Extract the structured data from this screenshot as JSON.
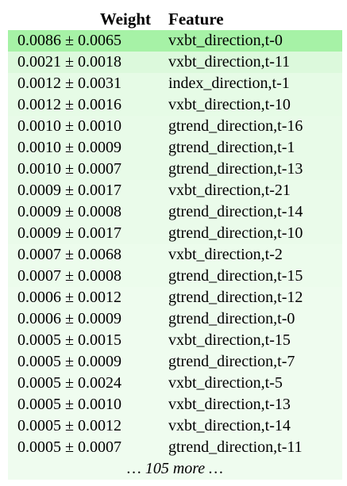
{
  "table": {
    "headers": {
      "weight": "Weight",
      "feature": "Feature"
    },
    "rows": [
      {
        "weight": "0.0086 ± 0.0065",
        "feature": "vxbt_direction,t-0",
        "bg": "#a6f2a6"
      },
      {
        "weight": "0.0021 ± 0.0018",
        "feature": "vxbt_direction,t-11",
        "bg": "#dcf9dc"
      },
      {
        "weight": "0.0012 ± 0.0031",
        "feature": "index_direction,t-1",
        "bg": "#e6fbe6"
      },
      {
        "weight": "0.0012 ± 0.0016",
        "feature": "vxbt_direction,t-10",
        "bg": "#e6fbe6"
      },
      {
        "weight": "0.0010 ± 0.0010",
        "feature": "gtrend_direction,t-16",
        "bg": "#e8fbe8"
      },
      {
        "weight": "0.0010 ± 0.0009",
        "feature": "gtrend_direction,t-1",
        "bg": "#e8fbe8"
      },
      {
        "weight": "0.0010 ± 0.0007",
        "feature": "gtrend_direction,t-13",
        "bg": "#e8fbe8"
      },
      {
        "weight": "0.0009 ± 0.0017",
        "feature": "vxbt_direction,t-21",
        "bg": "#eafbea"
      },
      {
        "weight": "0.0009 ± 0.0008",
        "feature": "gtrend_direction,t-14",
        "bg": "#eafbea"
      },
      {
        "weight": "0.0009 ± 0.0017",
        "feature": "gtrend_direction,t-10",
        "bg": "#eafbea"
      },
      {
        "weight": "0.0007 ± 0.0068",
        "feature": "vxbt_direction,t-2",
        "bg": "#ecfcec"
      },
      {
        "weight": "0.0007 ± 0.0008",
        "feature": "gtrend_direction,t-15",
        "bg": "#ecfcec"
      },
      {
        "weight": "0.0006 ± 0.0012",
        "feature": "gtrend_direction,t-12",
        "bg": "#eefcee"
      },
      {
        "weight": "0.0006 ± 0.0009",
        "feature": "gtrend_direction,t-0",
        "bg": "#eefcee"
      },
      {
        "weight": "0.0005 ± 0.0015",
        "feature": "vxbt_direction,t-15",
        "bg": "#effcef"
      },
      {
        "weight": "0.0005 ± 0.0009",
        "feature": "gtrend_direction,t-7",
        "bg": "#effcef"
      },
      {
        "weight": "0.0005 ± 0.0024",
        "feature": "vxbt_direction,t-5",
        "bg": "#effcef"
      },
      {
        "weight": "0.0005 ± 0.0010",
        "feature": "vxbt_direction,t-13",
        "bg": "#effcef"
      },
      {
        "weight": "0.0005 ± 0.0012",
        "feature": "vxbt_direction,t-14",
        "bg": "#effcef"
      },
      {
        "weight": "0.0005 ± 0.0007",
        "feature": "gtrend_direction,t-11",
        "bg": "#effcef"
      }
    ],
    "more_label": "… 105 more …",
    "more_bg": "#effcef"
  }
}
